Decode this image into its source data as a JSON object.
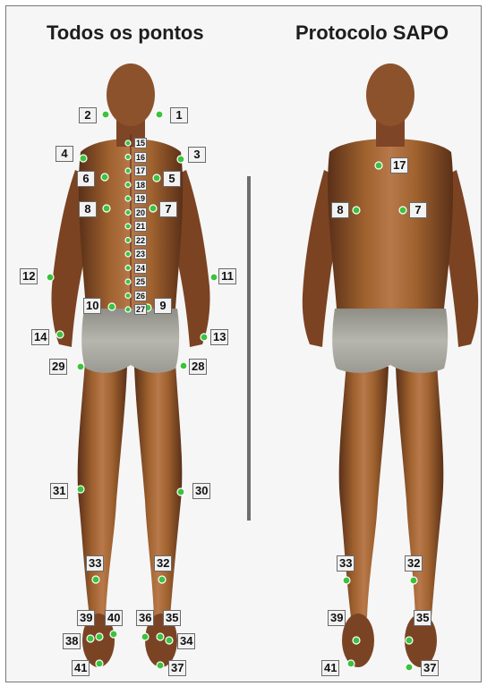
{
  "titles": {
    "left": "Todos os pontos",
    "right": "Protocolo SAPO"
  },
  "colors": {
    "marker": "#3cc23c",
    "skin_light": "#b07040",
    "skin_dark": "#5a3018",
    "shorts": "#a8a8a0",
    "divider": "#6e6e6e"
  },
  "left_figure_labels": [
    "1",
    "2",
    "3",
    "4",
    "5",
    "6",
    "7",
    "8",
    "9",
    "10",
    "11",
    "12",
    "13",
    "14",
    "15",
    "16",
    "17",
    "18",
    "19",
    "20",
    "21",
    "22",
    "23",
    "24",
    "25",
    "26",
    "27",
    "28",
    "29",
    "30",
    "31",
    "32",
    "33",
    "34",
    "35",
    "36",
    "37",
    "38",
    "39",
    "40",
    "41"
  ],
  "right_figure_labels": [
    "7",
    "8",
    "17",
    "32",
    "33",
    "35",
    "37",
    "39",
    "41"
  ]
}
